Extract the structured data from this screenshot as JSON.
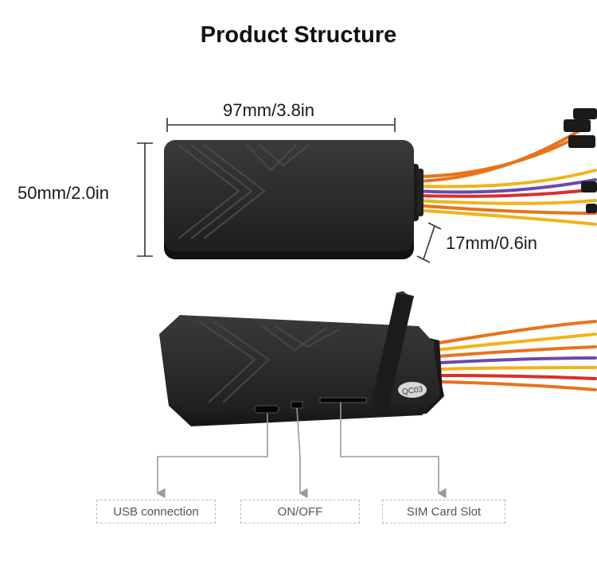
{
  "title": "Product Structure",
  "dimensions": {
    "length": "97mm/3.8in",
    "width": "50mm/2.0in",
    "height": "17mm/0.6in"
  },
  "callouts": {
    "usb": "USB connection",
    "onoff": "ON/OFF",
    "sim": "SIM Card Slot"
  },
  "device_label": "QC03",
  "colors": {
    "device_body": "#2b2b2b",
    "wire_orange": "#e8731a",
    "wire_yellow": "#f2b318",
    "wire_purple": "#6a4aa8",
    "wire_red": "#d9302a",
    "callout_line": "#9a9a9a"
  }
}
